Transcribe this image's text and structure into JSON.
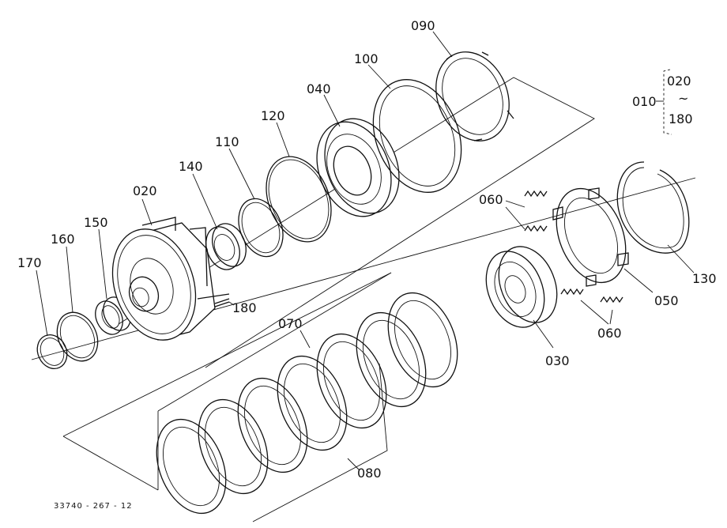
{
  "labels": {
    "p010": "010",
    "p020": "020",
    "p030": "030",
    "p040": "040",
    "p050": "050",
    "p060a": "060",
    "p060b": "060",
    "p070": "070",
    "p080": "080",
    "p090": "090",
    "p100": "100",
    "p110": "110",
    "p120": "120",
    "p130": "130",
    "p140": "140",
    "p150": "150",
    "p160": "160",
    "p170": "170",
    "p180": "180"
  },
  "assembly": {
    "range_from": "020",
    "range_sep": "~",
    "range_to": "180"
  },
  "drawing_code": "33740 - 267 - 12"
}
